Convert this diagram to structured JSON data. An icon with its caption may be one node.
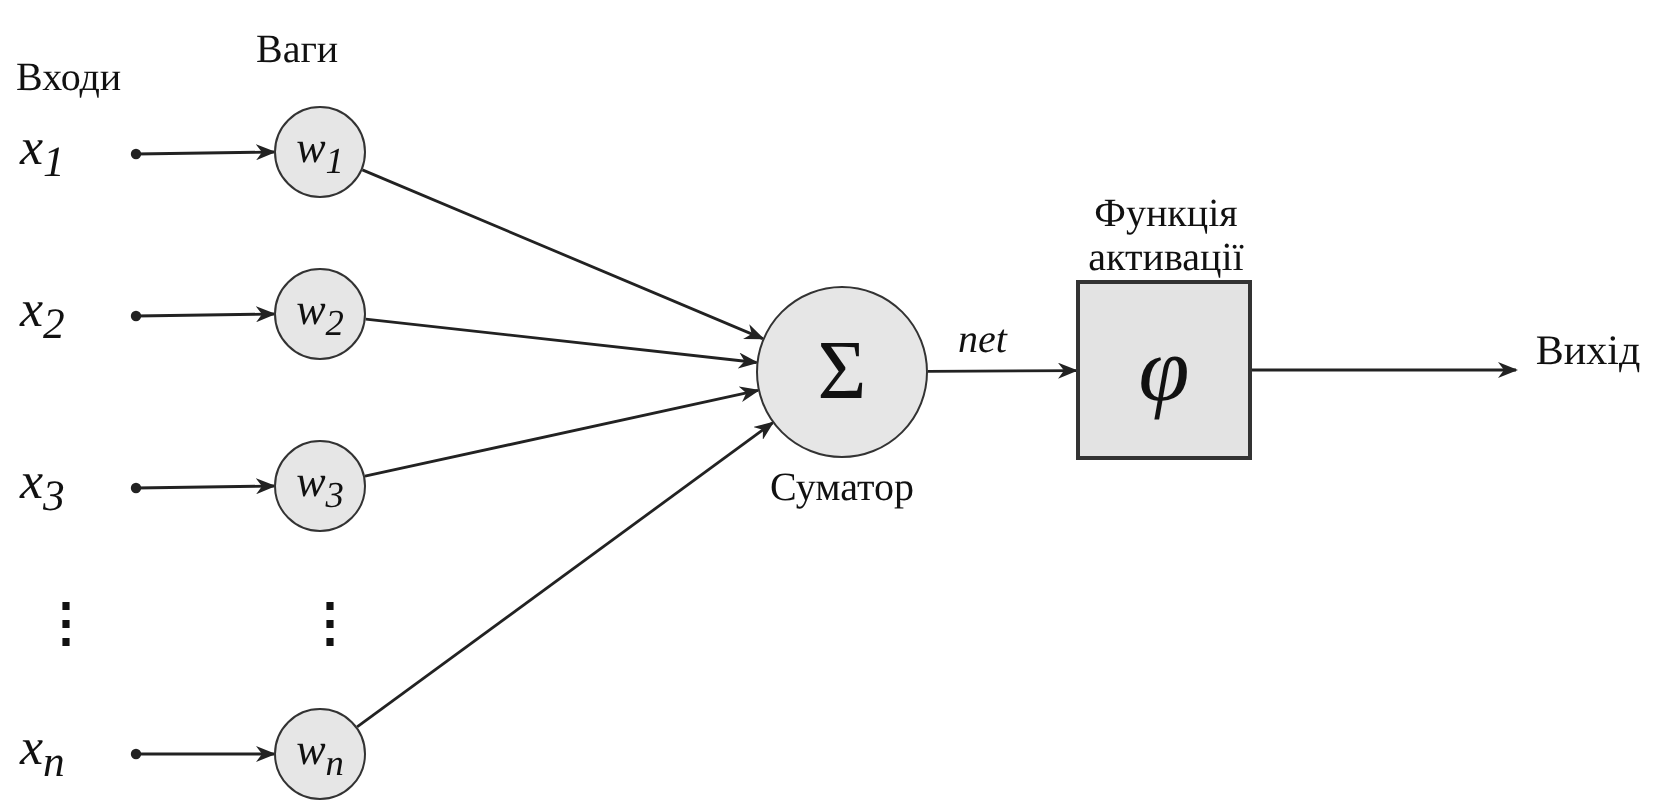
{
  "diagram": {
    "nodes": [
      {
        "text": [
          "x$_{1}$"
        ]
      },
      {
        "text": [
          "x$_{2}$"
        ]
      },
      {
        "text": [
          "x$_{3}$"
        ]
      },
      {
        "text": [
          "x$_{n}$"
        ]
      },
      {
        "text": [
          "w$_{1}$"
        ]
      },
      {
        "text": [
          "w$_{2}$"
        ]
      },
      {
        "text": [
          "w$_{3}$"
        ]
      },
      {
        "text": [
          "w$_{n}$"
        ]
      },
      {
        "text": [
          "Σ"
        ],
        "beside": [
          "Суматор"
        ]
      },
      {
        "text": [
          "φ"
        ],
        "beside": [
          "Функція активації"
        ]
      },
      {
        "text": [
          "Вихід"
        ]
      }
    ],
    "edges": [
      {
        "from": 0,
        "to": 4,
        "arrow": "to"
      },
      {
        "from": 1,
        "to": 5,
        "arrow": "to"
      },
      {
        "from": 2,
        "to": 6,
        "arrow": "to"
      },
      {
        "from": 3,
        "to": 7,
        "arrow": "to"
      },
      {
        "from": 4,
        "to": 8,
        "arrow": "to"
      },
      {
        "from": 5,
        "to": 8,
        "arrow": "to"
      },
      {
        "from": 6,
        "to": 8,
        "arrow": "to"
      },
      {
        "from": 7,
        "to": 8,
        "arrow": "to"
      },
      {
        "from": 8,
        "to": 9,
        "arrow": "to",
        "label": "net"
      },
      {
        "from": 9,
        "to": 10,
        "arrow": "to"
      }
    ],
    "labels": [
      "Ваги",
      "Входи",
      "⋮",
      "⋮"
    ]
  }
}
